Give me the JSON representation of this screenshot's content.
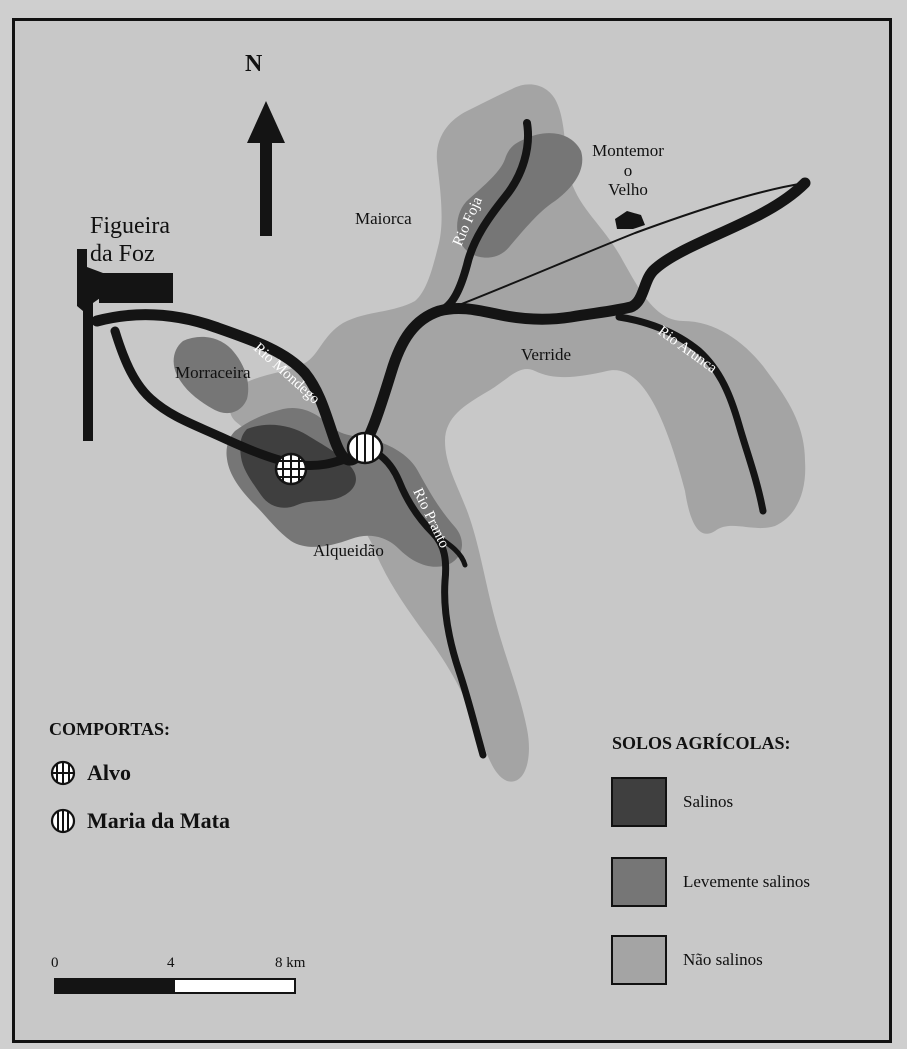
{
  "north": "N",
  "places": {
    "figueira": "Figueira",
    "figueira2": "da Foz",
    "maiorca": "Maiorca",
    "montemor1": "Montemor",
    "montemor2": "o",
    "montemor3": "Velho",
    "morraceira": "Morraceira",
    "verride": "Verride",
    "alqueidao": "Alqueidão"
  },
  "rivers": {
    "foja": "Rio Foja",
    "mondego": "Rio  Mondego",
    "arunca": "Rio Arunca",
    "pranto": "Rio Pranto"
  },
  "legend_comportas": {
    "title": "COMPORTAS:",
    "items": [
      {
        "label": "Alvo",
        "icon": "grid-circle-icon"
      },
      {
        "label": "Maria da Mata",
        "icon": "striped-circle-icon"
      }
    ]
  },
  "legend_solos": {
    "title": "SOLOS AGRÍCOLAS:",
    "items": [
      {
        "label": "Salinos",
        "color": "#3f3f3f"
      },
      {
        "label": "Levemente salinos",
        "color": "#767676"
      },
      {
        "label": "Não salinos",
        "color": "#a4a4a4"
      }
    ]
  },
  "scale": {
    "labels": [
      "0",
      "4",
      "8 km"
    ]
  },
  "colors": {
    "river": "#141414",
    "salinos": "#3f3f3f",
    "levemente_salinos": "#767676",
    "nao_salinos": "#a4a4a4",
    "background": "#c8c8c8"
  }
}
